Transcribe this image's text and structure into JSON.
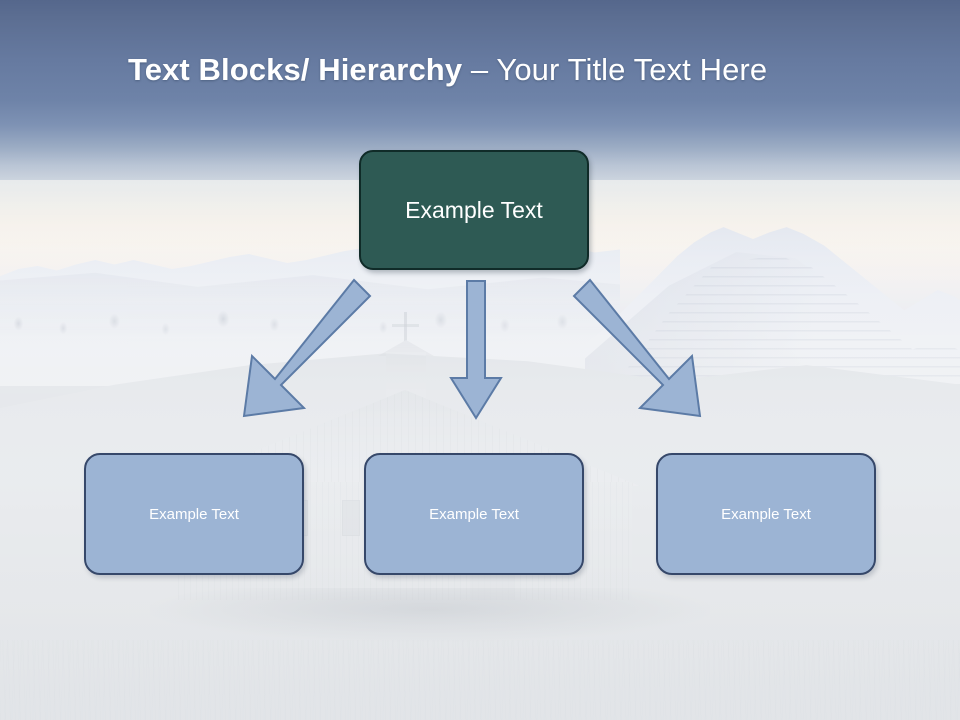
{
  "slide": {
    "title": {
      "bold_part": "Text Blocks/ Hierarchy ",
      "light_part": "– Your Title Text Here",
      "full_text": "Text Blocks/ Hierarchy – Your Title Text Here"
    },
    "background": {
      "description": "snow-covered mountain range with a faded white barn in the foreground",
      "sky_top_color": "#55678c",
      "sky_horizon_color": "#f1ece6",
      "field_color": "#d4d8de"
    },
    "theme": {
      "title_color": "#ffffff",
      "top_node_fill": "#2e5a54",
      "top_node_border": "#102b28",
      "leaf_node_fill": "#9cb4d4",
      "leaf_node_border": "#36486a",
      "arrow_fill": "#9cb4d4",
      "arrow_border": "#5c7ba6"
    },
    "diagram": {
      "type": "hierarchy",
      "root": {
        "label": "Example  Text"
      },
      "children": [
        {
          "label": "Example Text"
        },
        {
          "label": "Example Text"
        },
        {
          "label": "Example Text"
        }
      ],
      "connectors": [
        {
          "name": "arrow-down-left",
          "direction": "down-left"
        },
        {
          "name": "arrow-down",
          "direction": "down"
        },
        {
          "name": "arrow-down-right",
          "direction": "down-right"
        }
      ]
    }
  }
}
